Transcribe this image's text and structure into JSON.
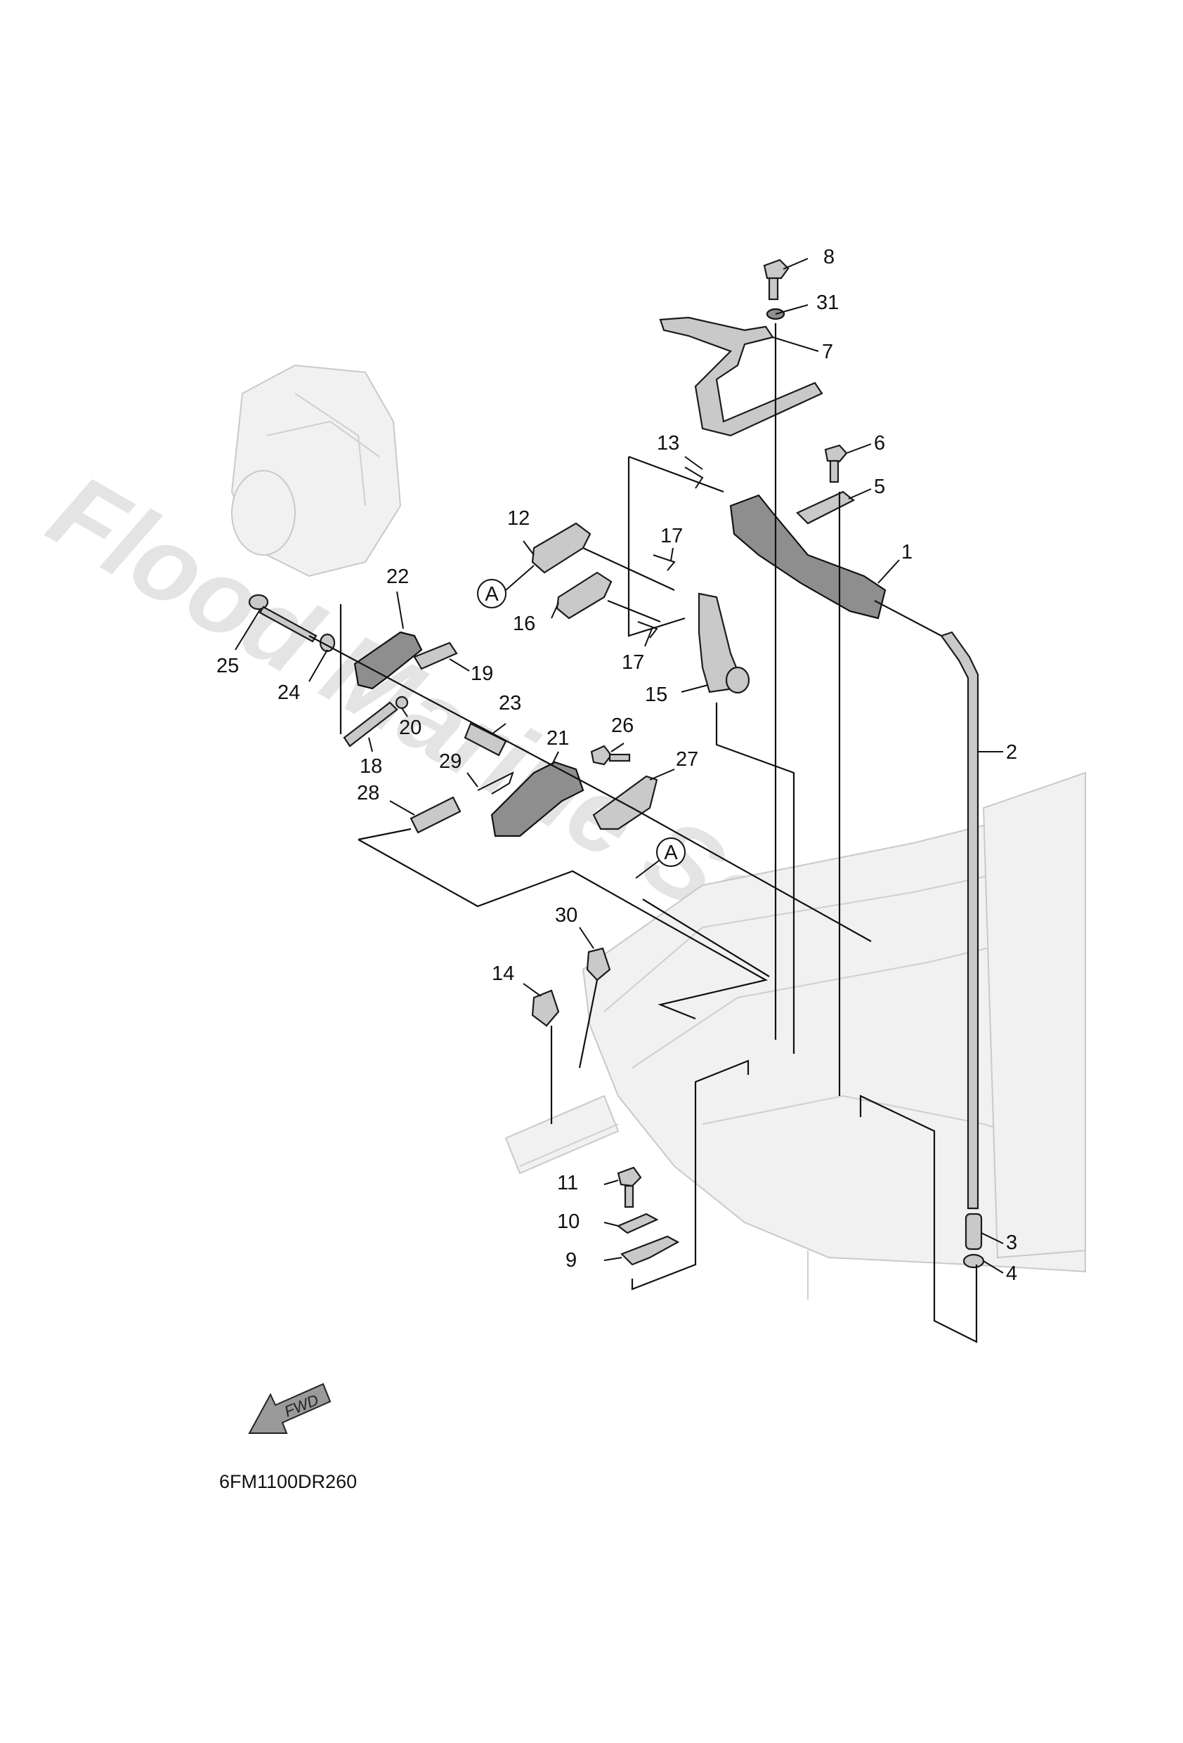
{
  "watermark": "Flood Marine Services",
  "diagram_code": "6FM1100DR260",
  "fwd_label": "FWD",
  "reference_marker": "A",
  "callouts": [
    "1",
    "2",
    "3",
    "4",
    "5",
    "6",
    "7",
    "8",
    "9",
    "10",
    "11",
    "12",
    "13",
    "14",
    "15",
    "16",
    "17",
    "17",
    "18",
    "19",
    "20",
    "21",
    "22",
    "23",
    "24",
    "25",
    "26",
    "27",
    "28",
    "29",
    "30",
    "31"
  ],
  "icons": {
    "fwd_arrow": "fwd-arrow-icon"
  }
}
